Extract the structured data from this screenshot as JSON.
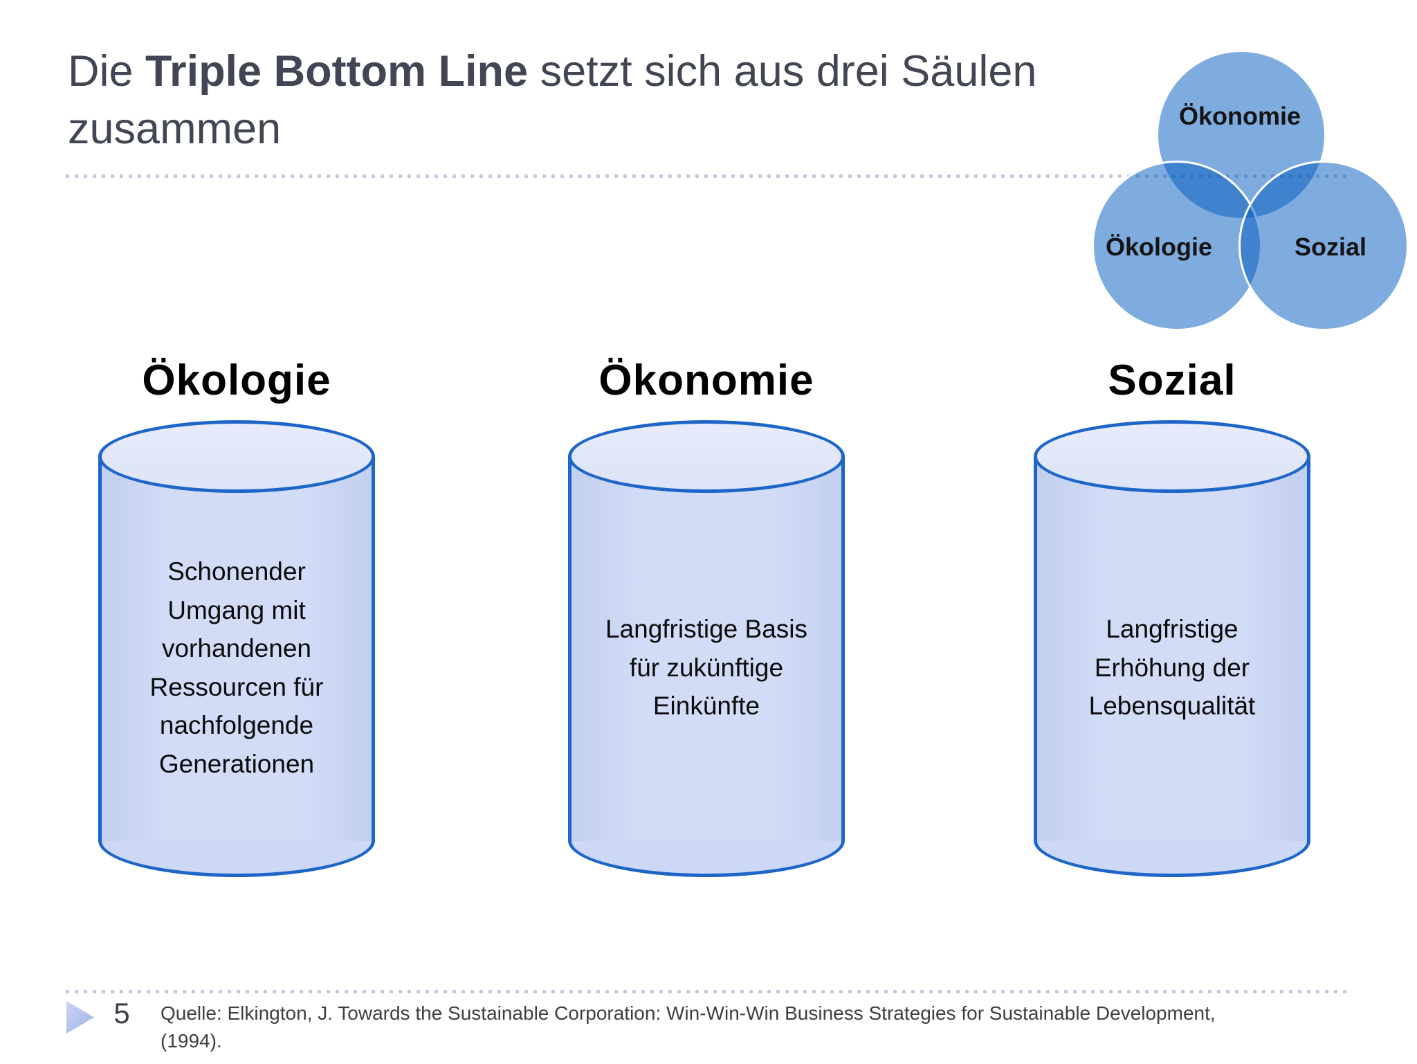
{
  "title": {
    "part1": "Die ",
    "part2_bold": "Triple Bottom Line",
    "part3": " setzt sich aus drei Säulen",
    "part4": "zusammen"
  },
  "venn": {
    "circles": [
      {
        "label": "Ökonomie"
      },
      {
        "label": "Ökologie"
      },
      {
        "label": "Sozial"
      }
    ]
  },
  "pillars": [
    {
      "heading": "Ökologie",
      "text": "Schonender\nUmgang mit\nvorhandenen\nRessourcen für\nnachfolgende\nGenerationen"
    },
    {
      "heading": "Ökonomie",
      "text": "Langfristige Basis\nfür zukünftige\nEinkünfte"
    },
    {
      "heading": "Sozial",
      "text": "Langfristige\nErhöhung der\nLebensqualität"
    }
  ],
  "footer": {
    "page_number": "5",
    "source": "Quelle: Elkington, J. Towards the Sustainable Corporation: Win-Win-Win Business Strategies for Sustainable Development,\n(1994)."
  },
  "colors": {
    "title_text": "#424654",
    "venn_fill_single": "#7facdf",
    "venn_fill_overlap": "#3d82d0",
    "venn_border": "#ffffff",
    "cylinder_border": "#1d66c8",
    "cylinder_body_fill": "#ccd8f5",
    "cylinder_top_fill": "#e2e7f9",
    "divider_dots": "#c5cade",
    "footer_arrow": "#aebfed",
    "footer_text": "#3f3f3f"
  }
}
